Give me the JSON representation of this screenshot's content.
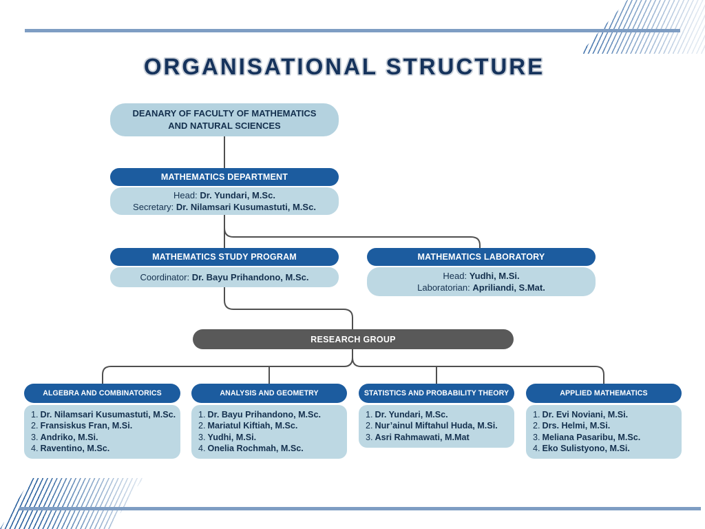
{
  "title": "ORGANISATIONAL STRUCTURE",
  "chart": {
    "deanary": {
      "label": "DEANARY OF FACULTY OF MATHEMATICS AND NATURAL SCIENCES"
    },
    "department": {
      "label": "MATHEMATICS DEPARTMENT",
      "rows": [
        {
          "label": "Head:",
          "value": "Dr. Yundari, M.Sc."
        },
        {
          "label": "Secretary:",
          "value": "Dr. Nilamsari Kusumastuti, M.Sc."
        }
      ]
    },
    "study_program": {
      "label": "MATHEMATICS STUDY PROGRAM",
      "rows": [
        {
          "label": "Coordinator:",
          "value": "Dr. Bayu Prihandono, M.Sc."
        }
      ]
    },
    "laboratory": {
      "label": "MATHEMATICS LABORATORY",
      "rows": [
        {
          "label": "Head:",
          "value": "Yudhi, M.Si."
        },
        {
          "label": "Laboratorian:",
          "value": "Apriliandi, S.Mat."
        }
      ]
    },
    "research_group": {
      "label": "RESEARCH GROUP"
    },
    "groups": [
      {
        "label": "ALGEBRA AND COMBINATORICS",
        "members": [
          "Dr. Nilamsari Kusumastuti, M.Sc.",
          "Fransiskus Fran, M.Si.",
          "Andriko, M.Si.",
          "Raventino, M.Sc."
        ]
      },
      {
        "label": "ANALYSIS AND GEOMETRY",
        "members": [
          "Dr. Bayu Prihandono, M.Sc.",
          "Mariatul Kiftiah, M.Sc.",
          "Yudhi, M.Si.",
          "Onelia Rochmah, M.Sc."
        ]
      },
      {
        "label": "STATISTICS AND PROBABILITY THEORY",
        "members": [
          "Dr. Yundari, M.Sc.",
          "Nur’ainul Miftahul Huda, M.Si.",
          "Asri Rahmawati, M.Mat"
        ]
      },
      {
        "label": "APPLIED MATHEMATICS",
        "members": [
          "Dr. Evi Noviani, M.Si.",
          "Drs. Helmi, M.Si.",
          "Meliana Pasaribu, M.Sc.",
          "Eko Sulistyono, M.Si."
        ]
      }
    ]
  },
  "colors": {
    "header_blue": "#1c5c9f",
    "light_blue": "#bdd8e3",
    "deanary_blue": "#b4d2df",
    "navy_text": "#14304e",
    "research_gray": "#595959",
    "connector_gray": "#4f4f4f",
    "divider_steel_blue": "#7e9dc3",
    "title_navy": "#16335c"
  }
}
